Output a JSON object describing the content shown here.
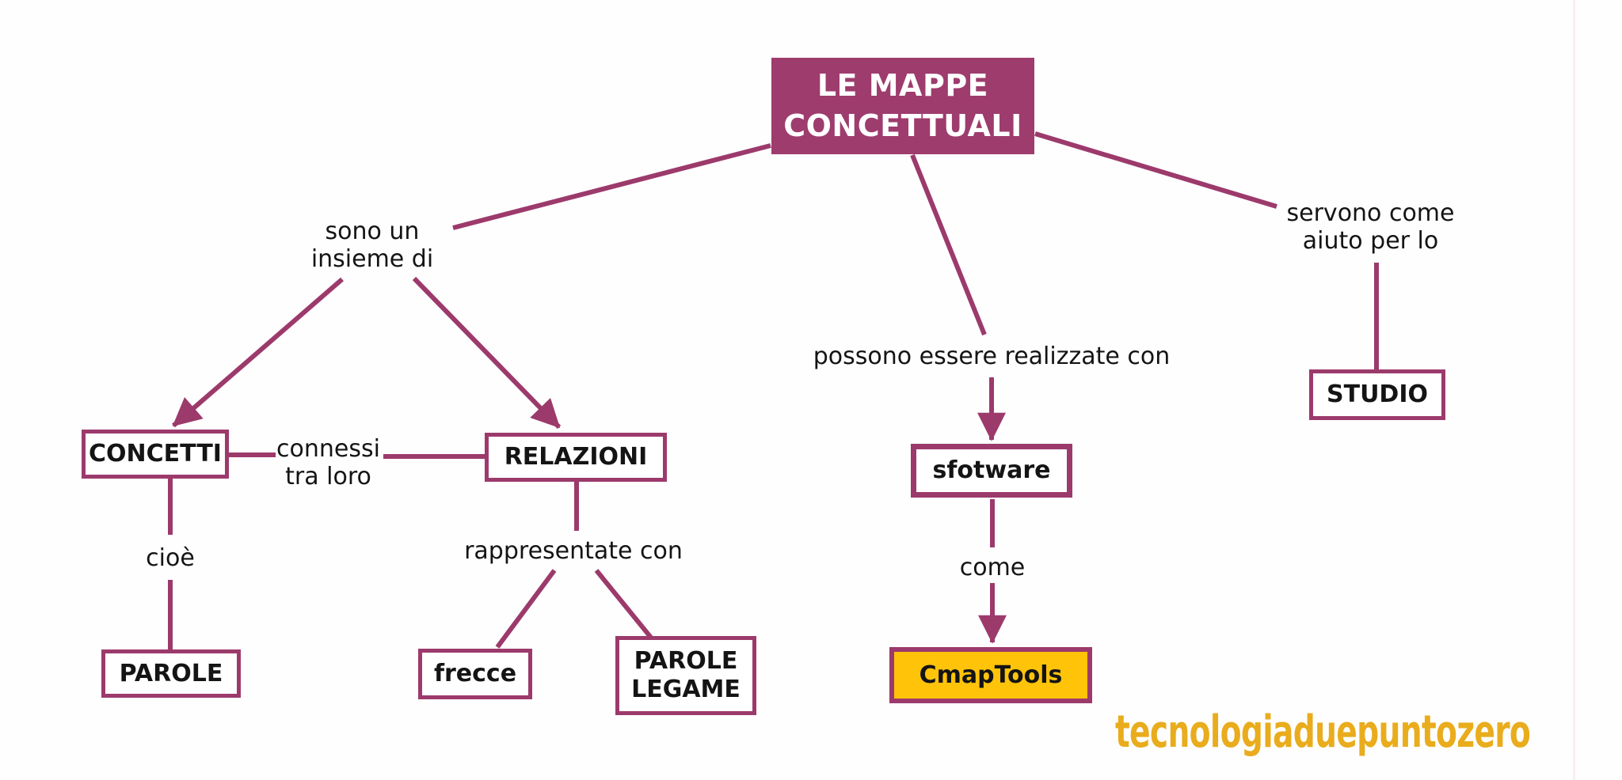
{
  "diagram": {
    "title": "LE MAPPE CONCETTUALI",
    "nodes": {
      "concetti": "CONCETTI",
      "relazioni": "RELAZIONI",
      "parole": "PAROLE",
      "frecce": "frecce",
      "parole_legame": "PAROLE LEGAME",
      "sfotware": "sfotware",
      "cmaptools": "CmapTools",
      "studio": "STUDIO"
    },
    "links": {
      "sono": "sono un insieme di",
      "connessi": "connessi tra loro",
      "cioe": "cioè",
      "rappresentate": "rappresentate con",
      "possono": "possono essere realizzate con",
      "come": "come",
      "servono": "servono come aiuto per lo"
    },
    "colors": {
      "magenta": "#9C3A6C",
      "title_fill": "#9E3C6E",
      "cmaptools_yellow": "#FFC40A",
      "watermark_gold": "#E9AC1C"
    },
    "watermark": "tecnologiaduepuntozero"
  }
}
